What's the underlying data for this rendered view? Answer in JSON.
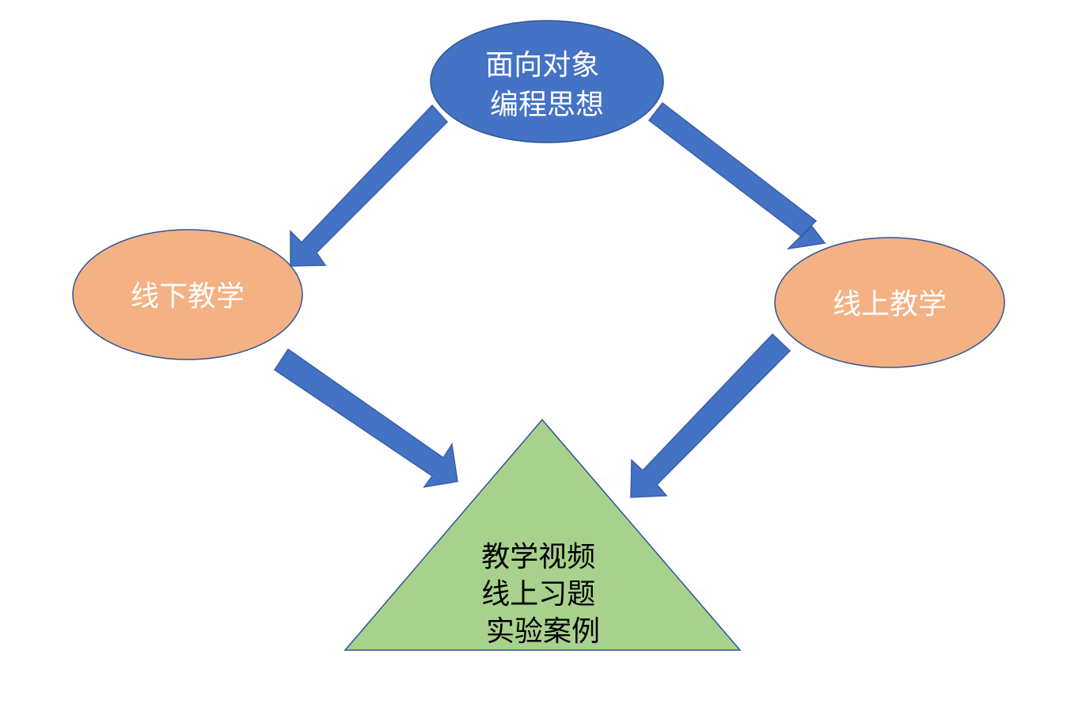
{
  "colors": {
    "arrow": "#4472c4",
    "top_node_fill": "#4472c4",
    "top_node_text": "#ffffff",
    "side_node_fill": "#f4b183",
    "side_node_text": "#ffffff",
    "bottom_node_fill": "#a9d18e",
    "bottom_node_text": "#000000",
    "outline": "#2f5597"
  },
  "top_node": {
    "lines": [
      "面向对象",
      "编程思想"
    ]
  },
  "left_node": {
    "label": "线下教学"
  },
  "right_node": {
    "label": "线上教学"
  },
  "bottom_node": {
    "lines": [
      "教学视频",
      "线上习题",
      "实验案例"
    ]
  }
}
